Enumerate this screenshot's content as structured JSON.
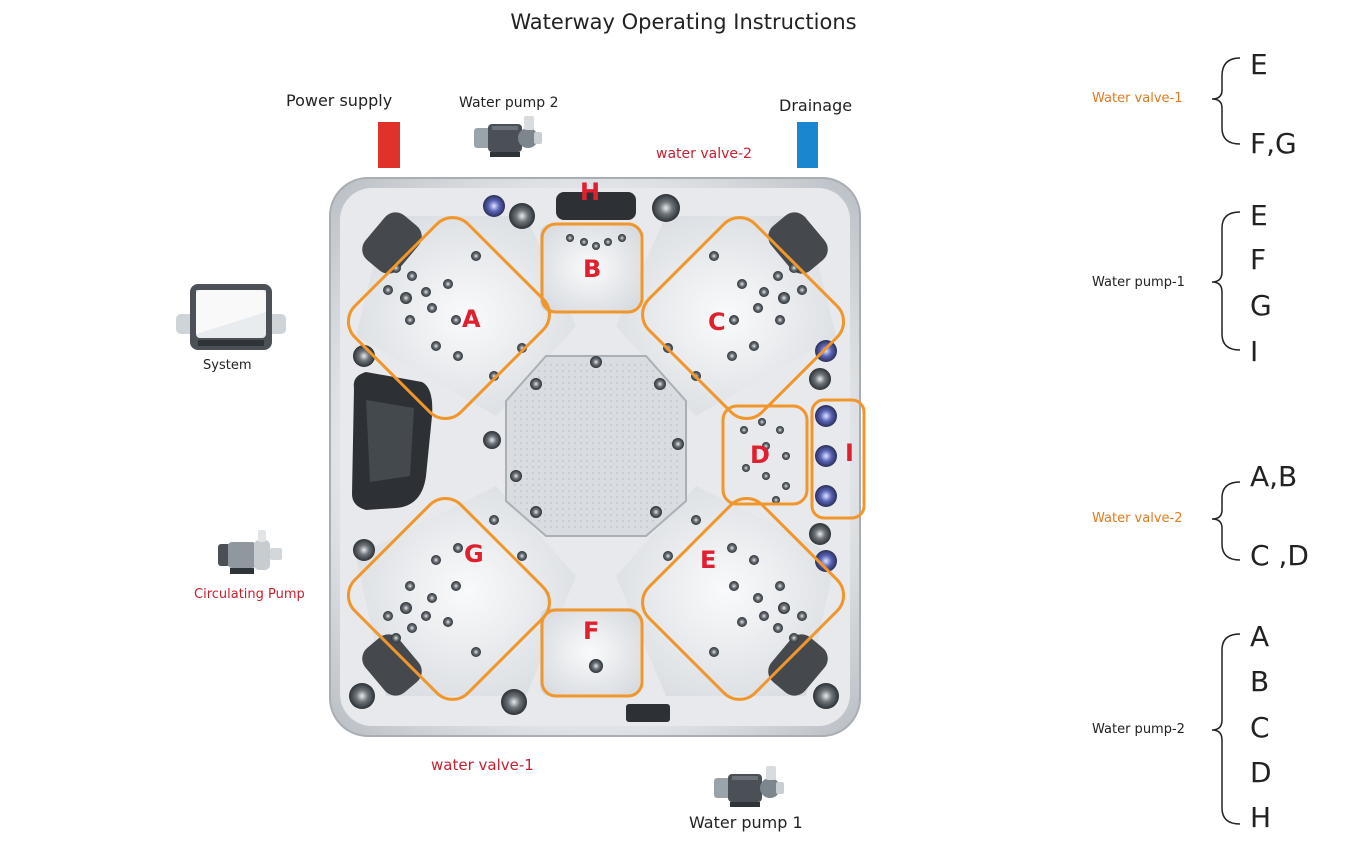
{
  "title": "Waterway Operating Instructions",
  "labels": {
    "power_supply": "Power supply",
    "water_pump_2": "Water pump 2",
    "drainage": "Drainage",
    "water_valve_2_top": "water valve-2",
    "system": "System",
    "circulating_pump": "Circulating Pump",
    "water_valve_1_bottom": "water valve-1",
    "water_pump_1": "Water pump 1"
  },
  "zones": {
    "A": "A",
    "B": "B",
    "C": "C",
    "D": "D",
    "E": "E",
    "F": "F",
    "G": "G",
    "H": "H",
    "I": "I"
  },
  "legend": [
    {
      "name": "Water valve-1",
      "items": [
        "E",
        "F,G"
      ]
    },
    {
      "name": "Water pump-1",
      "items": [
        "E",
        "F",
        "G",
        "I"
      ]
    },
    {
      "name": "Water valve-2",
      "items": [
        "A,B",
        "C ,D"
      ]
    },
    {
      "name": "Water pump-2",
      "items": [
        "A",
        "B",
        "C",
        "D",
        "H"
      ]
    }
  ],
  "colors": {
    "zone_outline": "#f0962a",
    "zone_letter": "#e0202f",
    "power_bar": "#e0312a",
    "drainage_bar": "#1a86d0",
    "valve_label": "#e07a1f",
    "accent_red": "#c8202f"
  }
}
